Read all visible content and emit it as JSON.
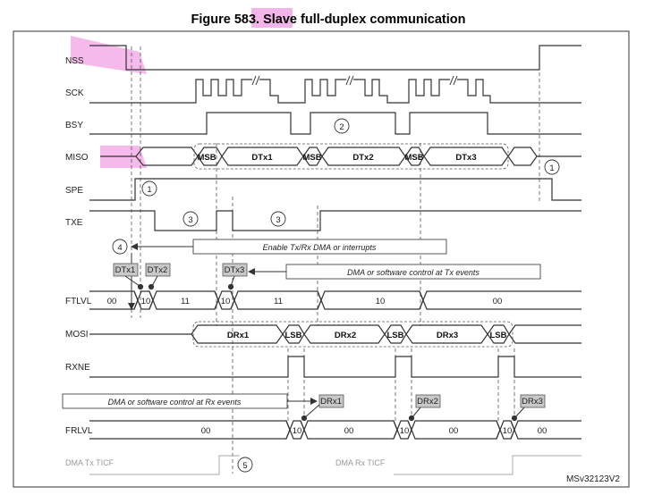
{
  "title": "Figure 583. Slave full-duplex communication",
  "code": "MSv32123V2",
  "signals": {
    "nss": "NSS",
    "sck": "SCK",
    "bsy": "BSY",
    "miso": "MISO",
    "spe": "SPE",
    "txe": "TXE",
    "ftlvl": "FTLVL",
    "mosi": "MOSI",
    "rxne": "RXNE",
    "frlvl": "FRLVL",
    "dma_tx": "DMA Tx TICF",
    "dma_rx": "DMA Rx TICF"
  },
  "miso_fields": {
    "msb": "MSB",
    "d1": "DTx1",
    "d2": "DTx2",
    "d3": "DTx3"
  },
  "mosi_fields": {
    "lsb": "LSB",
    "d1": "DRx1",
    "d2": "DRx2",
    "d3": "DRx3"
  },
  "ftlvl_values": {
    "v1": "00",
    "v2": "10",
    "v3": "11",
    "v4": "10",
    "v5": "11",
    "v6": "10",
    "v7": "00"
  },
  "frlvl_values": {
    "v1": "00",
    "v2": "10",
    "v3": "00",
    "v4": "10",
    "v5": "00",
    "v6": "10",
    "v7": "00"
  },
  "callouts": {
    "c1": "1",
    "c2": "2",
    "c3": "3",
    "c4": "4",
    "c5": "5"
  },
  "notes": {
    "enable_dma": "Enable Tx/Rx DMA or interrupts",
    "tx_events": "DMA or software control at Tx events",
    "rx_events": "DMA or software control at Rx events"
  },
  "tags": {
    "dtx1": "DTx1",
    "dtx2": "DTx2",
    "dtx3": "DTx3",
    "drx1": "DRx1",
    "drx2": "DRx2",
    "drx3": "DRx3"
  },
  "colors": {
    "highlight": "#f2a7e6",
    "tag_fill": "#c8c8c8",
    "field_fill": "#bdbdbd"
  }
}
